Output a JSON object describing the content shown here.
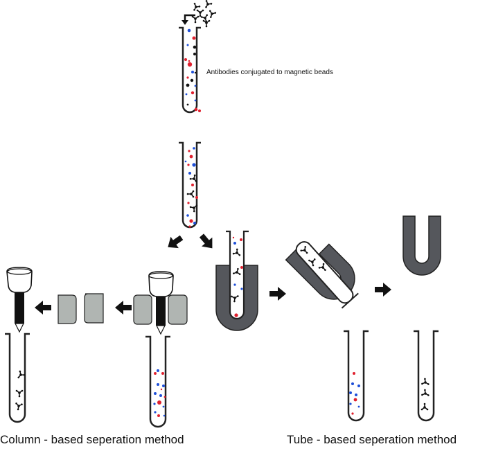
{
  "labels": {
    "antibody_label": "Antibodies conjugated to magnetic beads",
    "column_caption": "Column - based seperation method",
    "tube_caption": "Tube - based seperation method"
  },
  "colors": {
    "red_cell": "#e0202e",
    "blue_cell": "#1e4fd8",
    "black": "#111111",
    "magnet": "#55575c",
    "column_block": "#b0b5b2"
  },
  "stages": [
    {
      "id": "add-antibodies",
      "description": "Antibodies added to mixed cell suspension"
    },
    {
      "id": "labeled-mixture",
      "description": "Cells labeled with antibody-bead complexes"
    },
    {
      "id": "column-separation",
      "description": "Column placed in magnetic field; unlabeled cells flow through"
    },
    {
      "id": "column-elution",
      "description": "Column removed from magnet; labeled cells eluted"
    },
    {
      "id": "tube-in-magnet",
      "description": "Tube placed in magnet"
    },
    {
      "id": "pour-off",
      "description": "Unlabeled cells poured off while labeled cells retained"
    },
    {
      "id": "tube-elution",
      "description": "Magnet removed; labeled cells recovered"
    }
  ]
}
